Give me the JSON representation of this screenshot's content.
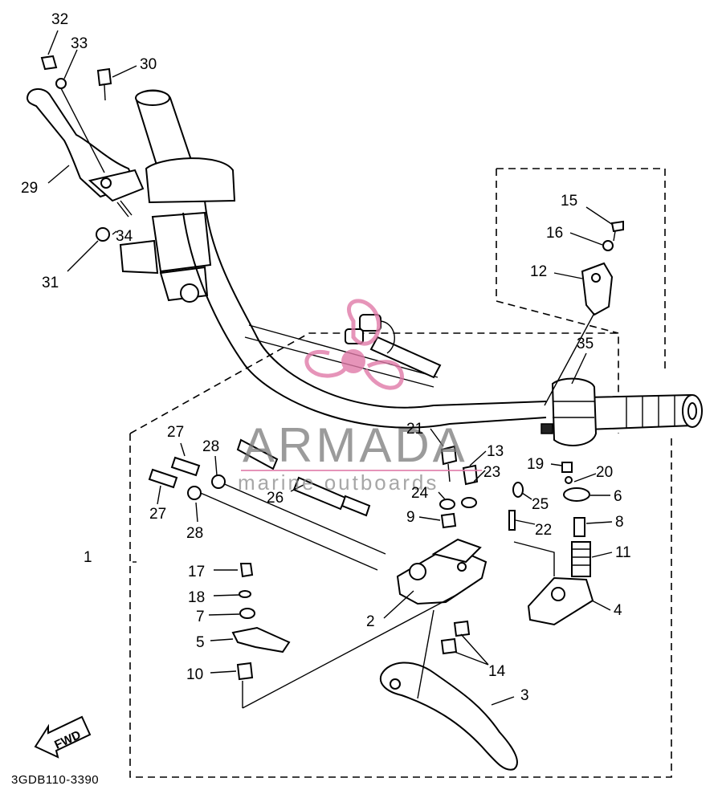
{
  "diagram": {
    "reference_code": "3GDB110-3390",
    "direction_label": "FWD",
    "watermark": {
      "brand": "ARMADA",
      "tagline": "marine outboards",
      "accent_color": "#e07aa8",
      "text_color": "#7a7a7a"
    },
    "callouts": [
      {
        "id": "c1",
        "label": "1"
      },
      {
        "id": "c2",
        "label": "2"
      },
      {
        "id": "c3",
        "label": "3"
      },
      {
        "id": "c4",
        "label": "4"
      },
      {
        "id": "c5",
        "label": "5"
      },
      {
        "id": "c6",
        "label": "6"
      },
      {
        "id": "c7",
        "label": "7"
      },
      {
        "id": "c8",
        "label": "8"
      },
      {
        "id": "c9",
        "label": "9"
      },
      {
        "id": "c10",
        "label": "10"
      },
      {
        "id": "c11",
        "label": "11"
      },
      {
        "id": "c12",
        "label": "12"
      },
      {
        "id": "c13",
        "label": "13"
      },
      {
        "id": "c14",
        "label": "14"
      },
      {
        "id": "c15",
        "label": "15"
      },
      {
        "id": "c16",
        "label": "16"
      },
      {
        "id": "c17",
        "label": "17"
      },
      {
        "id": "c18",
        "label": "18"
      },
      {
        "id": "c19",
        "label": "19"
      },
      {
        "id": "c20",
        "label": "20"
      },
      {
        "id": "c21",
        "label": "21"
      },
      {
        "id": "c22",
        "label": "22"
      },
      {
        "id": "c23",
        "label": "23"
      },
      {
        "id": "c24",
        "label": "24"
      },
      {
        "id": "c25",
        "label": "25"
      },
      {
        "id": "c26",
        "label": "26"
      },
      {
        "id": "c27a",
        "label": "27"
      },
      {
        "id": "c27b",
        "label": "27"
      },
      {
        "id": "c28a",
        "label": "28"
      },
      {
        "id": "c28b",
        "label": "28"
      },
      {
        "id": "c29",
        "label": "29"
      },
      {
        "id": "c30",
        "label": "30"
      },
      {
        "id": "c31",
        "label": "31"
      },
      {
        "id": "c32",
        "label": "32"
      },
      {
        "id": "c33",
        "label": "33"
      },
      {
        "id": "c34",
        "label": "34"
      },
      {
        "id": "c35",
        "label": "35"
      }
    ]
  }
}
